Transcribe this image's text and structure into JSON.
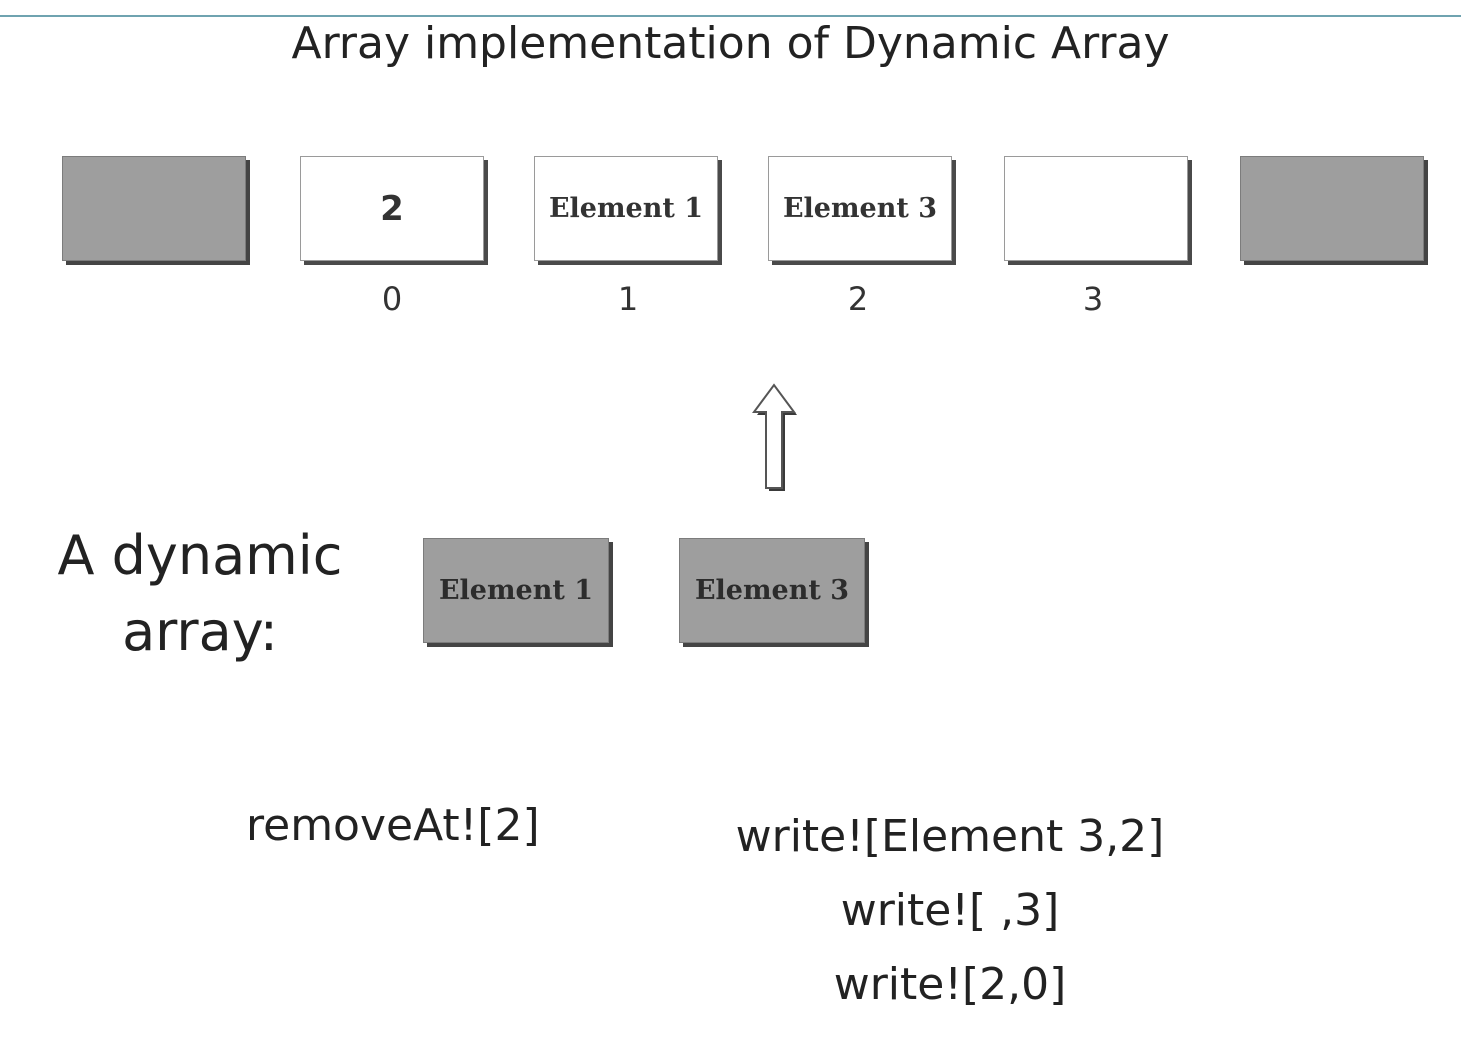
{
  "title": "Array implementation of Dynamic Array",
  "array_row": {
    "cells": [
      {
        "label": "",
        "style": "gray"
      },
      {
        "label": "2",
        "style": "white"
      },
      {
        "label": "Element 1",
        "style": "white"
      },
      {
        "label": "Element 3",
        "style": "white"
      },
      {
        "label": "",
        "style": "white"
      },
      {
        "label": "",
        "style": "gray"
      }
    ],
    "indices": [
      "0",
      "1",
      "2",
      "3"
    ]
  },
  "dynamic_array": {
    "label_line1": "A dynamic",
    "label_line2": "array:",
    "elements": [
      "Element 1",
      "Element 3"
    ]
  },
  "operations": {
    "remove": "removeAt![2]",
    "writes": [
      "write![Element 3,2]",
      "write![ ,3]",
      "write![2,0]"
    ]
  },
  "colors": {
    "top_rule": "#6fa3b0",
    "gray_cell": "#9e9e9e",
    "white_cell": "#ffffff"
  }
}
